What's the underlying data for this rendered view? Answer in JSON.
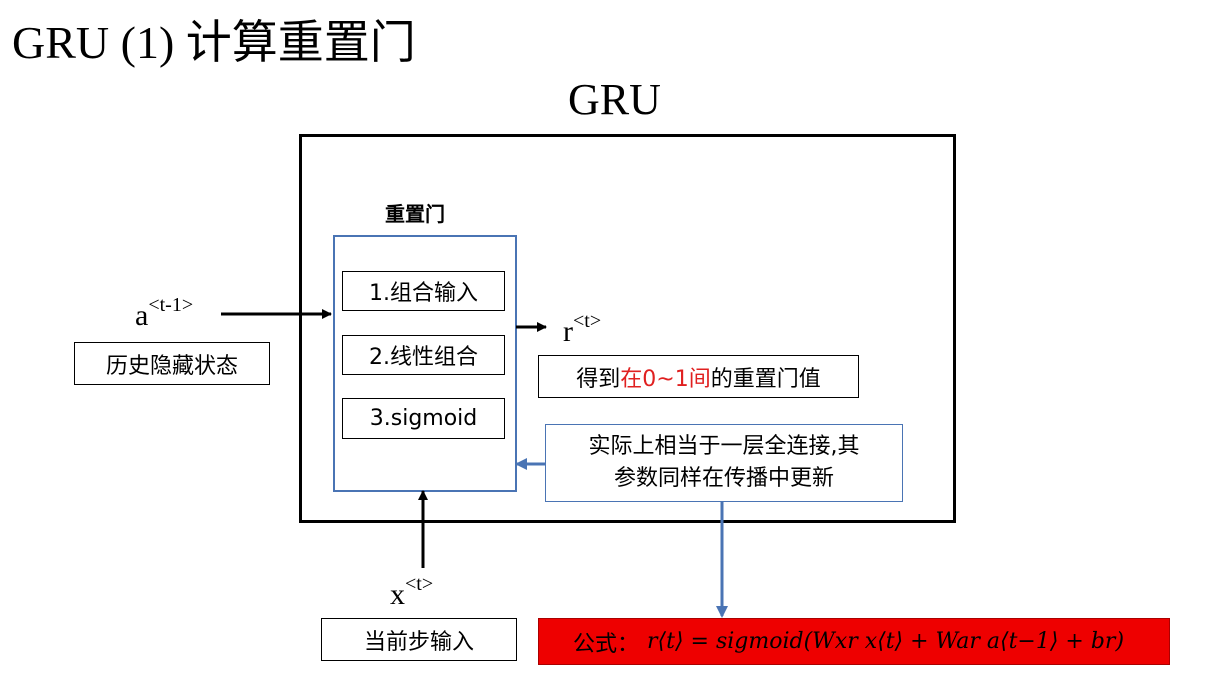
{
  "slide": {
    "title": "GRU (1) 计算重置门",
    "gru_label": "GRU",
    "gate_title": "重置门",
    "steps": [
      "1.组合输入",
      "2.线性组合",
      "3.sigmoid"
    ],
    "inputs": {
      "a_base": "a",
      "a_sup": "<t-1>",
      "x_base": "x",
      "x_sup": "<t>"
    },
    "output": {
      "r_base": "r",
      "r_sup": "<t>"
    },
    "labels": {
      "hidden_state": "历史隐藏状态",
      "current_input": "当前步输入",
      "gate_value_pre": "得到",
      "gate_value_red": "在0~1间",
      "gate_value_post": "的重置门值",
      "note_line1": "实际上相当于一层全连接,其",
      "note_line2": "参数同样在传播中更新"
    },
    "formula": {
      "prefix": "公式：",
      "expression": "r⟨t⟩ = sigmoid(Wxr x⟨t⟩ + War a⟨t−1⟩ + br)"
    },
    "colors": {
      "accent_blue": "#4a74b4",
      "highlight_red": "#e02020",
      "formula_bg": "#ee0000"
    }
  }
}
